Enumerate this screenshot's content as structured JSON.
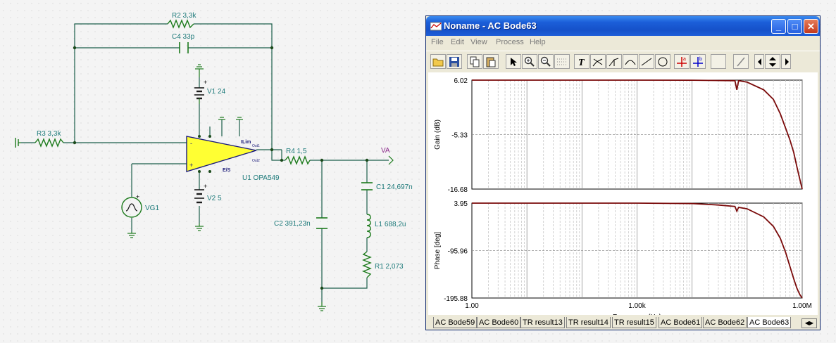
{
  "schematic": {
    "labels": {
      "r2": "R2 3,3k",
      "c4": "C4 33p",
      "v1": "V1 24",
      "r3": "R3 3,3k",
      "r4": "R4 1,5",
      "va": "VA",
      "u1": "U1 OPA549",
      "c1": "C1 24,697n",
      "v2": "V2 5",
      "vg1": "VG1",
      "c2": "C2 391,23n",
      "l1": "L1 688,2u",
      "r1": "R1 2,073",
      "ilim": "ILim",
      "es": "E/S",
      "out1": "Out1",
      "out2": "Out2",
      "plus": "+",
      "minus": "-"
    }
  },
  "window": {
    "title": "Noname - AC Bode63",
    "minimize": "_",
    "maximize": "□",
    "close": "✕",
    "menu": [
      "File",
      "Edit",
      "View",
      "Process",
      "Help"
    ],
    "toolbar_icons": [
      "open-icon",
      "save-icon",
      "copy-icon",
      "paste-icon",
      "pointer-icon",
      "zoom-in-icon",
      "zoom-out-icon",
      "grid-icon",
      "text-icon",
      "tangent-icon",
      "slope-icon",
      "curve-icon",
      "line-icon",
      "circle-icon",
      "cursor-a-icon",
      "cursor-b-icon",
      "blank",
      "probe-icon",
      "arrow-left-icon",
      "arrow-updown-icon",
      "arrow-right-icon"
    ]
  },
  "chart_data": [
    {
      "type": "line",
      "ylabel": "Gain (dB)",
      "yticks": [
        "6.02",
        "-5.33",
        "-16.68"
      ],
      "ylim": [
        -16.68,
        6.02
      ],
      "xlim": [
        1,
        1000000
      ],
      "xscale": "log",
      "grid": true,
      "series": [
        {
          "color": "#7a0a0a",
          "x": [
            1,
            10,
            100,
            1000,
            10000,
            60000,
            65000,
            70000,
            100000,
            200000,
            300000,
            400000,
            500000,
            600000,
            700000,
            800000,
            900000,
            1000000
          ],
          "y": [
            6.02,
            6.02,
            6.02,
            6.02,
            6.0,
            5.9,
            4.0,
            5.9,
            5.6,
            4.0,
            2.0,
            -1.0,
            -4.0,
            -6.5,
            -9.0,
            -12.0,
            -14.5,
            -16.68
          ]
        }
      ]
    },
    {
      "type": "line",
      "ylabel": "Phase [deg]",
      "yticks": [
        "3.95",
        "-95.96",
        "-195.88"
      ],
      "ylim": [
        -195.88,
        3.95
      ],
      "xlim": [
        1,
        1000000
      ],
      "xscale": "log",
      "xlabel": "Frequency (Hz)",
      "xticks": [
        "1.00",
        "1.00k",
        "1.00M"
      ],
      "grid": true,
      "series": [
        {
          "color": "#7a0a0a",
          "x": [
            1,
            10,
            100,
            1000,
            10000,
            30000,
            60000,
            65000,
            70000,
            100000,
            200000,
            300000,
            400000,
            500000,
            600000,
            700000,
            800000,
            900000,
            1000000
          ],
          "y": [
            3.95,
            3.95,
            3.95,
            3.9,
            3.0,
            0.0,
            -3.0,
            -13.0,
            -5.0,
            -8.0,
            -25.0,
            -45.0,
            -70.0,
            -100.0,
            -130.0,
            -155.0,
            -175.0,
            -188.0,
            -195.88
          ]
        }
      ]
    }
  ],
  "tabs": [
    "AC Bode59",
    "AC Bode60",
    "TR result13",
    "TR result14",
    "TR result15",
    "AC Bode61",
    "AC Bode62",
    "AC Bode63"
  ],
  "active_tab": "AC Bode63"
}
